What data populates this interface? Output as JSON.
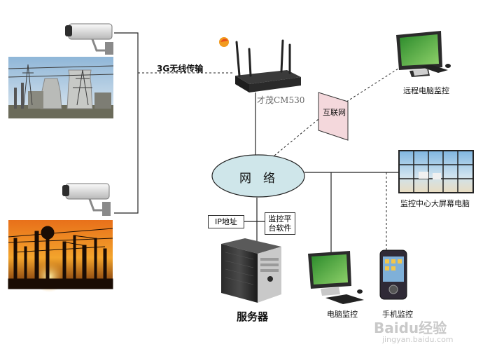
{
  "labels": {
    "wireless": "3G无线传输",
    "router_model": "才茂CM530",
    "internet": "互联网",
    "network": "网　络",
    "remote_pc": "远程电脑监控",
    "big_screen": "监控中心大屏幕电脑",
    "ip_address": "IP地址",
    "software_line1": "监控平",
    "software_line2": "台软件",
    "server": "服务器",
    "pc_monitor": "电脑监控",
    "phone_monitor": "手机监控"
  },
  "watermark": {
    "brand": "Baidu经验",
    "url": "jingyan.baidu.com"
  },
  "colors": {
    "network_ellipse": "#cfe6ea",
    "internet_box": "#f4d8dc",
    "screen_green": "#3aa33a",
    "line": "#222222"
  },
  "icons": [
    "camera-icon",
    "router-icon",
    "monitor-icon",
    "video-wall-icon",
    "server-icon",
    "phone-icon"
  ]
}
